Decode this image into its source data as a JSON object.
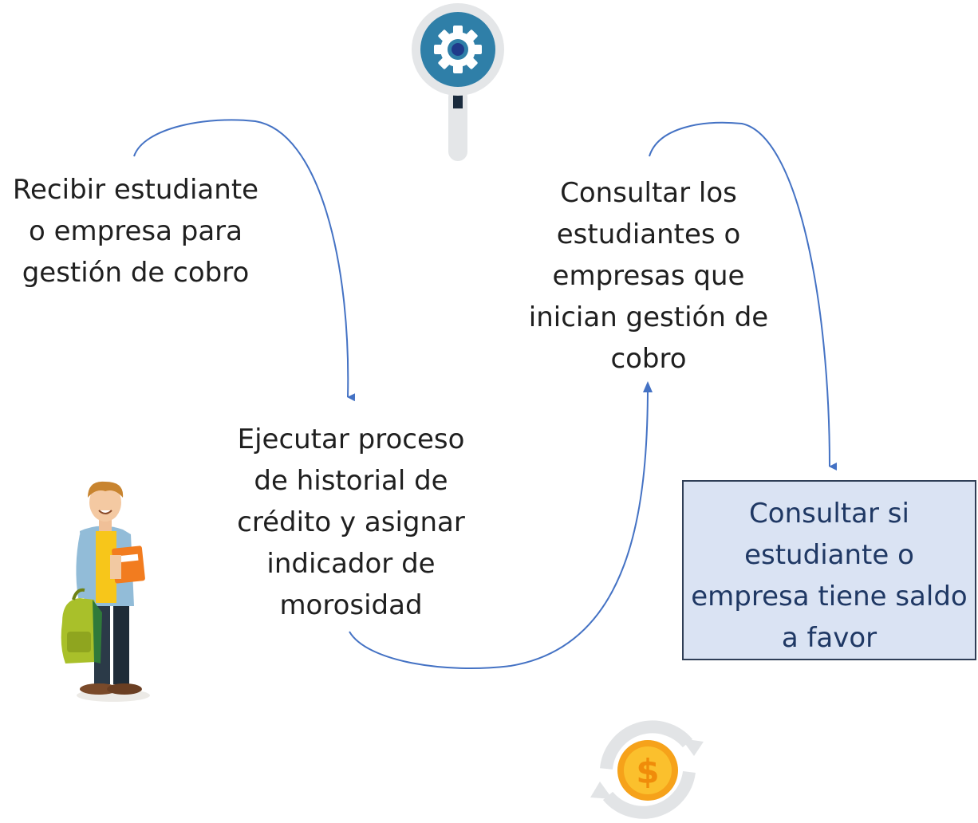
{
  "steps": [
    {
      "lines": [
        "Recibir estudiante",
        "o empresa para",
        "gestión de cobro"
      ]
    },
    {
      "lines": [
        "Ejecutar proceso",
        "de historial de",
        "crédito y asignar",
        "indicador de",
        "morosidad"
      ]
    },
    {
      "lines": [
        "Consultar los",
        "estudiantes o",
        "empresas que",
        "inician gestión de",
        "cobro"
      ]
    },
    {
      "lines": [
        "Consultar si",
        "estudiante o",
        "empresa tiene saldo",
        "a favor"
      ]
    }
  ],
  "icons": {
    "top": "magnifier-gear-icon",
    "left": "student-illustration",
    "bottom": "coin-cycle-icon"
  },
  "colors": {
    "connector": "#4472c4",
    "highlight_fill": "#dae3f3",
    "highlight_border": "#2f3e56",
    "highlight_text": "#1f3864"
  }
}
